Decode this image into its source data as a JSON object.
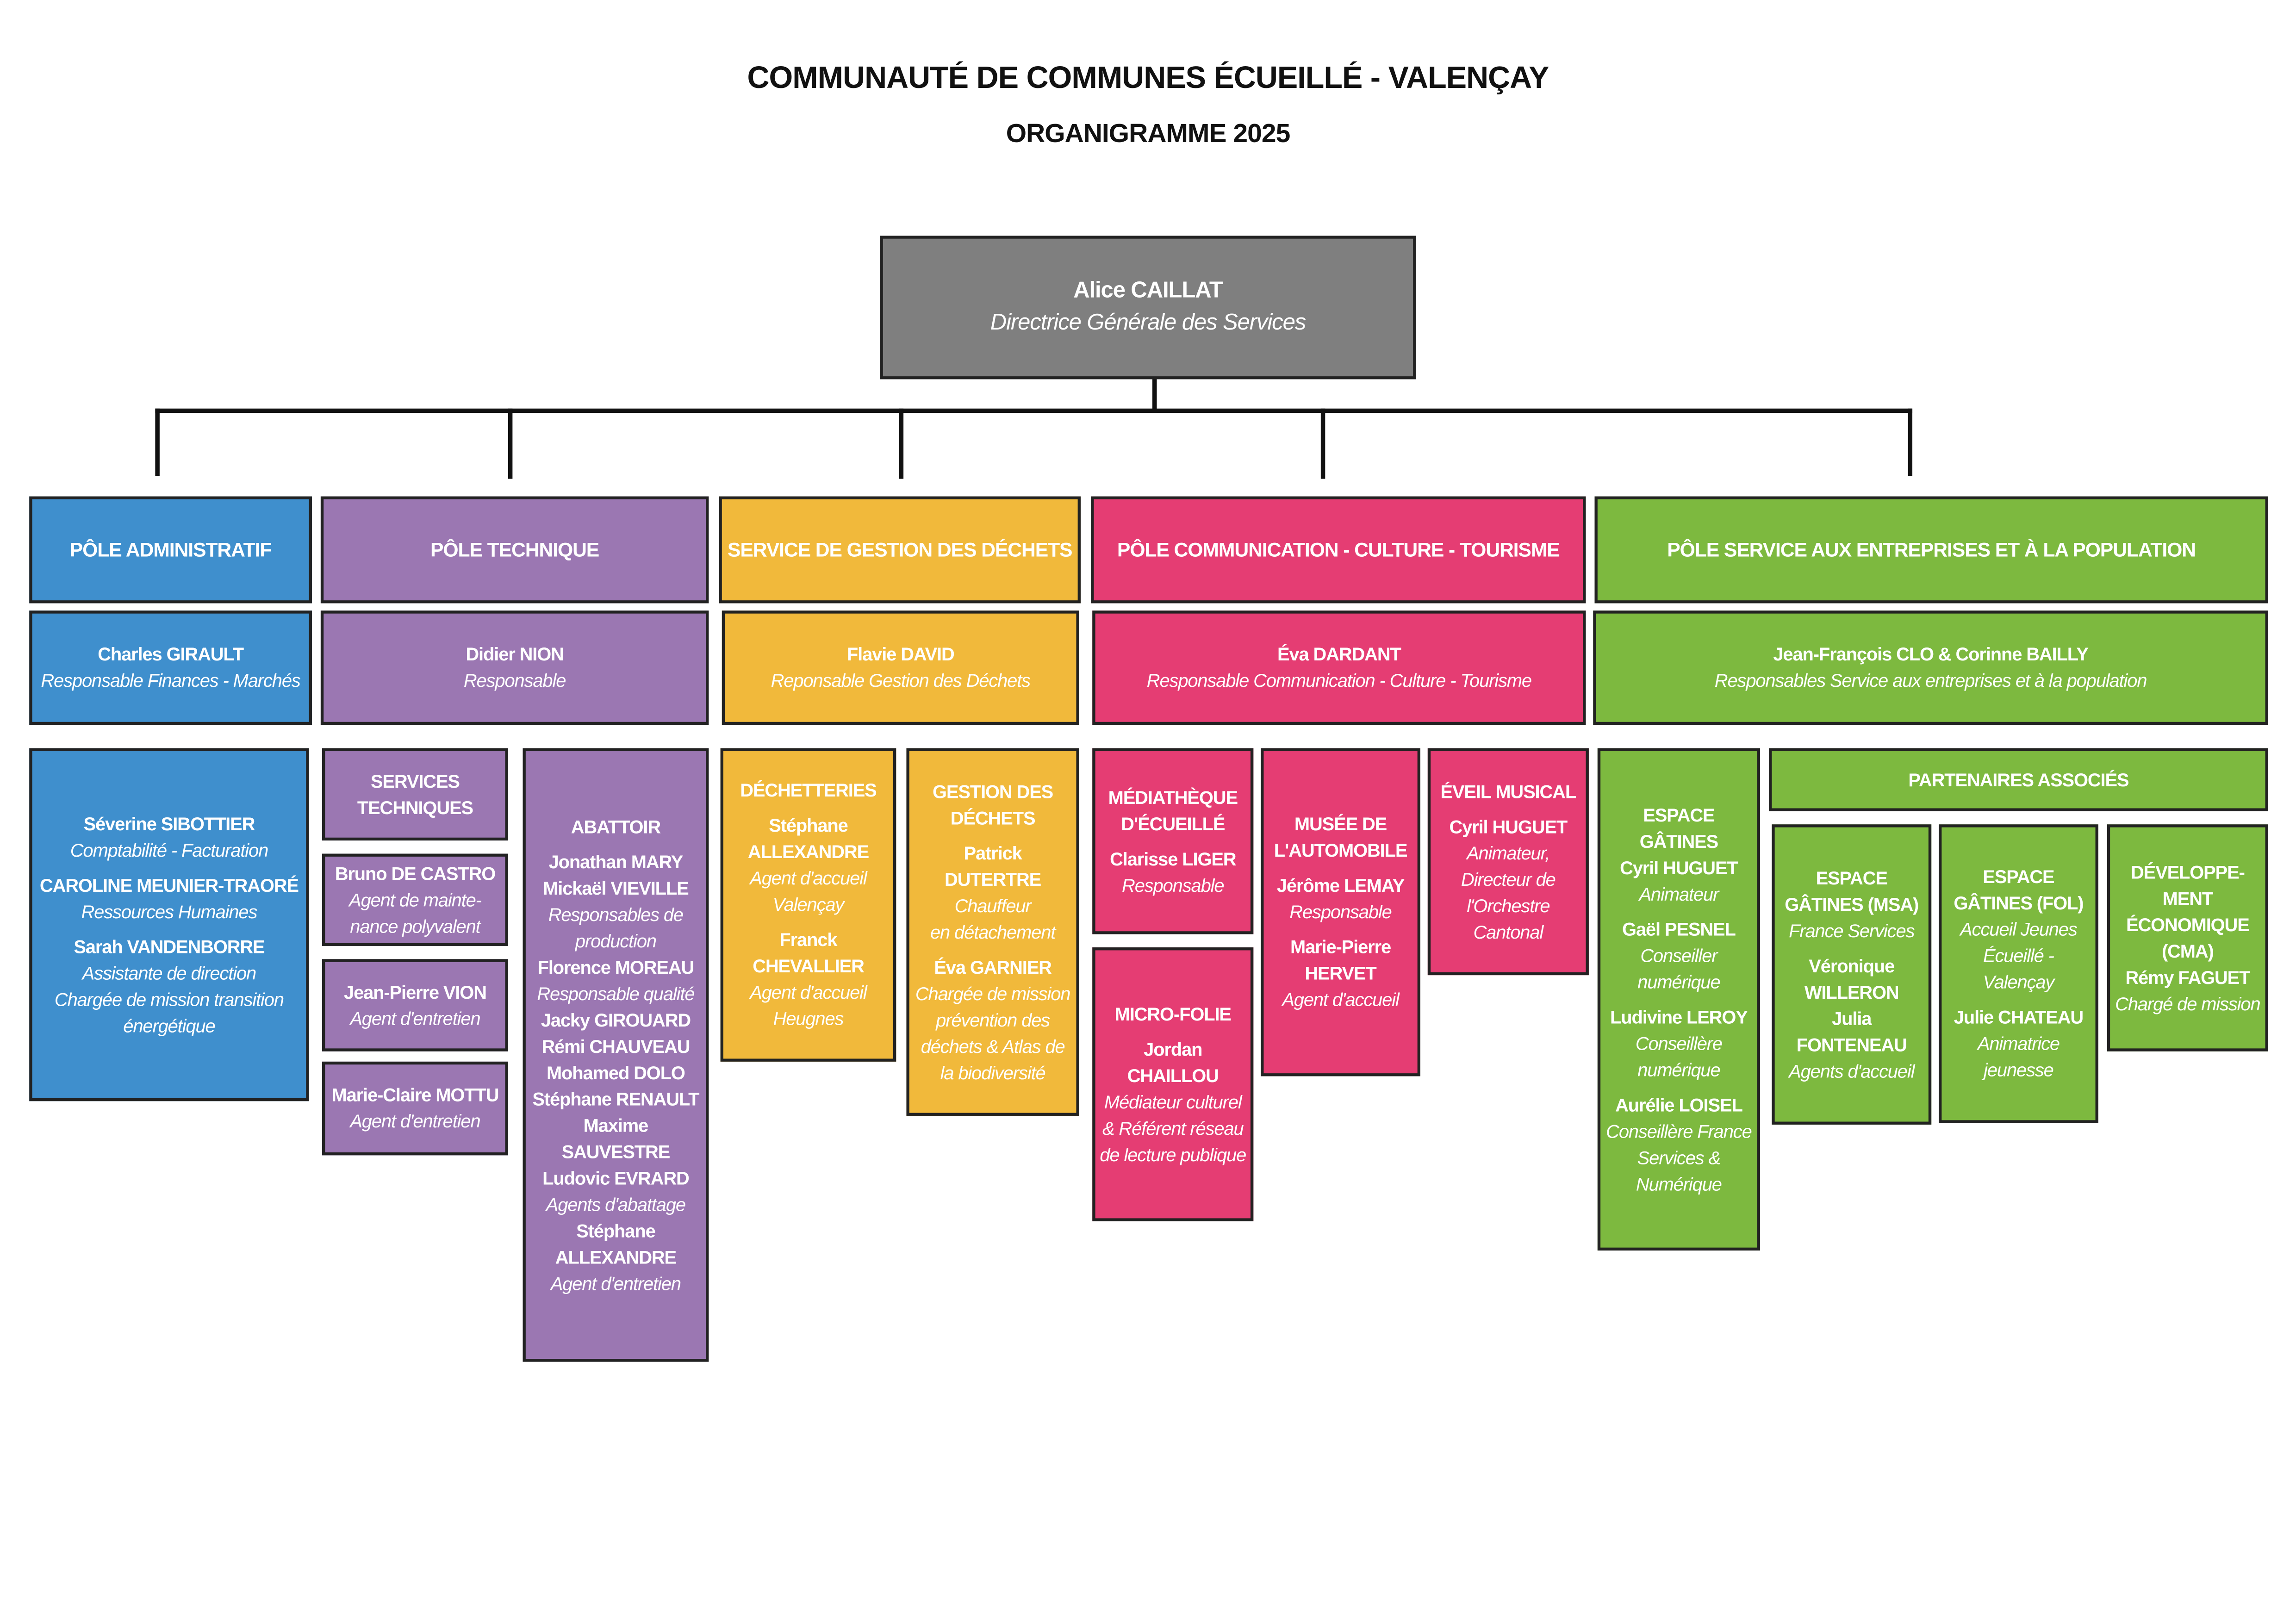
{
  "header": {
    "title": "COMMUNAUTÉ DE COMMUNES ÉCUEILLÉ - VALENÇAY",
    "subtitle": "ORGANIGRAMME 2025"
  },
  "colors": {
    "director": "#7F7F7F",
    "administratif": "#3F8FCD",
    "technique": "#9B77B2",
    "dechets": "#F1B93B",
    "communication": "#E53D73",
    "entreprises": "#7DB93F"
  },
  "boxes": [
    {
      "id": "dgs",
      "color": "director",
      "groups": [
        [
          {
            "b": "Alice CAILLAT"
          },
          {
            "i": "Directrice Générale des Services"
          }
        ]
      ]
    },
    {
      "id": "h-admin",
      "color": "administratif",
      "groups": [
        [
          {
            "b": "PÔLE ADMINISTRATIF"
          }
        ]
      ]
    },
    {
      "id": "h-tech",
      "color": "technique",
      "groups": [
        [
          {
            "b": "PÔLE TECHNIQUE"
          }
        ]
      ]
    },
    {
      "id": "h-dech",
      "color": "dechets",
      "groups": [
        [
          {
            "b": "SERVICE DE GESTION DES DÉCHETS"
          }
        ]
      ]
    },
    {
      "id": "h-comm",
      "color": "communication",
      "groups": [
        [
          {
            "b": "PÔLE COMMUNICATION - CULTURE - TOURISME"
          }
        ]
      ]
    },
    {
      "id": "h-entr",
      "color": "entreprises",
      "groups": [
        [
          {
            "b": "PÔLE SERVICE AUX ENTREPRISES ET À LA POPULATION"
          }
        ]
      ]
    },
    {
      "id": "r-admin",
      "color": "administratif",
      "groups": [
        [
          {
            "b": "Charles GIRAULT"
          },
          {
            "i": "Responsable Finances - Marchés"
          }
        ]
      ]
    },
    {
      "id": "r-tech",
      "color": "technique",
      "groups": [
        [
          {
            "b": "Didier NION"
          },
          {
            "i": "Responsable"
          }
        ]
      ]
    },
    {
      "id": "r-dech",
      "color": "dechets",
      "groups": [
        [
          {
            "b": "Flavie DAVID"
          },
          {
            "i": "Reponsable Gestion des Déchets"
          }
        ]
      ]
    },
    {
      "id": "r-comm",
      "color": "communication",
      "groups": [
        [
          {
            "b": "Éva DARDANT"
          },
          {
            "i": "Responsable Communication - Culture - Tourisme"
          }
        ]
      ]
    },
    {
      "id": "r-entr",
      "color": "entreprises",
      "groups": [
        [
          {
            "b": "Jean-François CLO & Corinne BAILLY"
          },
          {
            "i": "Responsables Service aux entreprises et à la population"
          }
        ]
      ]
    },
    {
      "id": "admin-team",
      "color": "administratif",
      "groups": [
        [
          {
            "b": "Séverine SIBOTTIER"
          },
          {
            "i": "Comptabilité - Facturation"
          }
        ],
        [
          {
            "b": "CAROLINE MEUNIER-TRAORÉ"
          },
          {
            "i": "Ressources Humaines"
          }
        ],
        [
          {
            "b": "Sarah VANDENBORRE"
          },
          {
            "i": "Assistante de direction"
          },
          {
            "i": "Chargée de mission transition énergétique"
          }
        ]
      ]
    },
    {
      "id": "serv-tech",
      "color": "technique",
      "groups": [
        [
          {
            "b": "SERVICES TECHNIQUES"
          }
        ]
      ]
    },
    {
      "id": "castro",
      "color": "technique",
      "groups": [
        [
          {
            "b": "Bruno DE CASTRO"
          },
          {
            "i": "Agent de mainte-nance polyvalent"
          }
        ]
      ]
    },
    {
      "id": "vion",
      "color": "technique",
      "groups": [
        [
          {
            "b": "Jean-Pierre VION"
          },
          {
            "i": "Agent d'entretien"
          }
        ]
      ]
    },
    {
      "id": "mottu",
      "color": "technique",
      "groups": [
        [
          {
            "b": "Marie-Claire MOTTU"
          },
          {
            "i": "Agent d'entretien"
          }
        ]
      ]
    },
    {
      "id": "abattoir",
      "color": "technique",
      "groups": [
        [
          {
            "b": "ABATTOIR"
          }
        ],
        [
          {
            "b": "Jonathan MARY"
          },
          {
            "b": "Mickaël VIEVILLE"
          },
          {
            "i": "Responsables de production"
          },
          {
            "b": "Florence MOREAU"
          },
          {
            "i": "Responsable qualité"
          },
          {
            "b": "Jacky GIROUARD"
          },
          {
            "b": "Rémi CHAUVEAU"
          },
          {
            "b": "Mohamed DOLO"
          },
          {
            "b": "Stéphane RENAULT"
          },
          {
            "b": "Maxime SAUVESTRE"
          },
          {
            "b": "Ludovic EVRARD"
          },
          {
            "i": "Agents d'abattage"
          },
          {
            "b": "Stéphane ALLEXANDRE"
          },
          {
            "i": "Agent d'entretien"
          }
        ]
      ]
    },
    {
      "id": "decheteries",
      "color": "dechets",
      "groups": [
        [
          {
            "b": "DÉCHETTERIES"
          }
        ],
        [
          {
            "b": "Stéphane ALLEXANDRE"
          },
          {
            "i": "Agent d'accueil Valençay"
          }
        ],
        [
          {
            "b": "Franck CHEVALLIER"
          },
          {
            "i": "Agent d'accueil Heugnes"
          }
        ]
      ]
    },
    {
      "id": "gestion-dechets",
      "color": "dechets",
      "groups": [
        [
          {
            "b": "GESTION DES DÉCHETS"
          }
        ],
        [
          {
            "b": "Patrick DUTERTRE"
          },
          {
            "i": "Chauffeur"
          },
          {
            "i": "en détachement"
          }
        ],
        [
          {
            "b": "Éva GARNIER"
          },
          {
            "i": "Chargée de mission prévention des déchets & Atlas de la biodiversité"
          }
        ]
      ]
    },
    {
      "id": "mediatheque",
      "color": "communication",
      "groups": [
        [
          {
            "b": "MÉDIATHÈQUE D'ÉCUEILLÉ"
          }
        ],
        [
          {
            "b": "Clarisse LIGER"
          },
          {
            "i": "Responsable"
          }
        ]
      ]
    },
    {
      "id": "microfolie",
      "color": "communication",
      "groups": [
        [
          {
            "b": "MICRO-FOLIE"
          }
        ],
        [
          {
            "b": "Jordan CHAILLOU"
          },
          {
            "i": "Médiateur culturel"
          },
          {
            "i": "& Référent réseau de lecture publique"
          }
        ]
      ]
    },
    {
      "id": "musee",
      "color": "communication",
      "groups": [
        [
          {
            "b": "MUSÉE DE L'AUTOMOBILE"
          }
        ],
        [
          {
            "b": "Jérôme LEMAY"
          },
          {
            "i": "Responsable"
          }
        ],
        [
          {
            "b": "Marie-Pierre HERVET"
          },
          {
            "i": "Agent d'accueil"
          }
        ]
      ]
    },
    {
      "id": "eveil",
      "color": "communication",
      "groups": [
        [
          {
            "b": "ÉVEIL MUSICAL"
          }
        ],
        [
          {
            "b": "Cyril HUGUET"
          },
          {
            "i": "Animateur, Directeur de l'Orchestre Cantonal"
          }
        ]
      ]
    },
    {
      "id": "espace-gatines",
      "color": "entreprises",
      "groups": [
        [
          {
            "b": "ESPACE GÂTINES"
          },
          {
            "b": "Cyril HUGUET"
          },
          {
            "i": "Animateur"
          }
        ],
        [
          {
            "b": "Gaël PESNEL"
          },
          {
            "i": "Conseiller numérique"
          }
        ],
        [
          {
            "b": "Ludivine LEROY"
          },
          {
            "i": "Conseillère numérique"
          }
        ],
        [
          {
            "b": "Aurélie LOISEL"
          },
          {
            "i": "Conseillère France Services & Numérique"
          }
        ]
      ]
    },
    {
      "id": "partenaires",
      "color": "entreprises",
      "groups": [
        [
          {
            "b": "PARTENAIRES ASSOCIÉS"
          }
        ]
      ]
    },
    {
      "id": "msa",
      "color": "entreprises",
      "groups": [
        [
          {
            "b": "ESPACE GÂTINES (MSA)"
          },
          {
            "i": "France Services"
          }
        ],
        [
          {
            "b": "Véronique WILLERON"
          },
          {
            "b": "Julia FONTENEAU"
          },
          {
            "i": "Agents d'accueil"
          }
        ]
      ]
    },
    {
      "id": "fol",
      "color": "entreprises",
      "groups": [
        [
          {
            "b": "ESPACE GÂTINES (FOL)"
          },
          {
            "i": "Accueil Jeunes Écueillé - Valençay"
          }
        ],
        [
          {
            "b": "Julie CHATEAU"
          },
          {
            "i": "Animatrice jeunesse"
          }
        ]
      ]
    },
    {
      "id": "cma",
      "color": "entreprises",
      "groups": [
        [
          {
            "b": "DÉVELOPPE-MENT ÉCONOMIQUE (CMA)"
          },
          {
            "b": "Rémy FAGUET"
          },
          {
            "i": "Chargé de mission"
          }
        ]
      ]
    }
  ]
}
